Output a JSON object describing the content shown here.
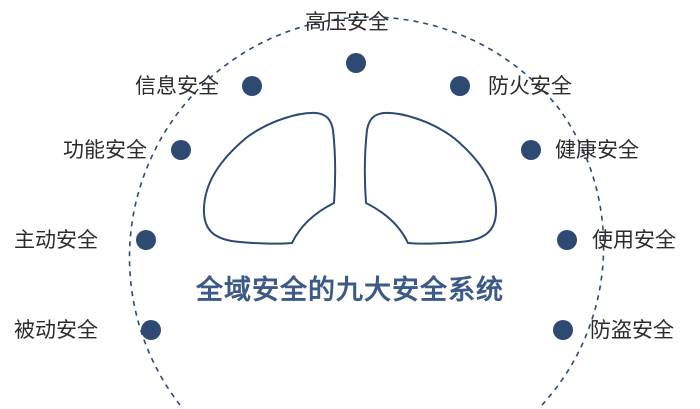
{
  "title": "全域安全的九大安全系统",
  "nodes": [
    {
      "id": "high-voltage",
      "label": "高压安全"
    },
    {
      "id": "information",
      "label": "信息安全"
    },
    {
      "id": "fire-prevention",
      "label": "防火安全"
    },
    {
      "id": "functional",
      "label": "功能安全"
    },
    {
      "id": "health",
      "label": "健康安全"
    },
    {
      "id": "active",
      "label": "主动安全"
    },
    {
      "id": "usage",
      "label": "使用安全"
    },
    {
      "id": "passive",
      "label": "被动安全"
    },
    {
      "id": "anti-theft",
      "label": "防盗安全"
    }
  ],
  "colors": {
    "accent": "#3d5a86",
    "node": "#2e4a73",
    "text": "#2b2b2b"
  }
}
